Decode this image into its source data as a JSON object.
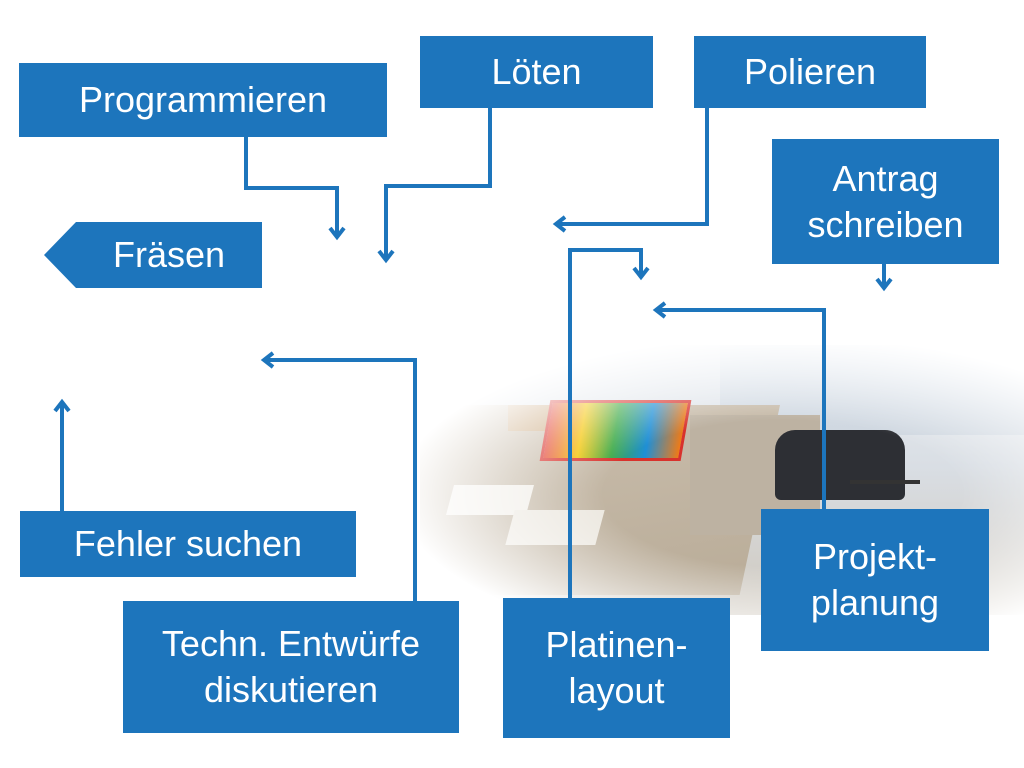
{
  "slide": {
    "boxes": {
      "programmieren": "Programmieren",
      "loeten": "Löten",
      "polieren": "Polieren",
      "antrag": "Antrag\nschreiben",
      "fraesen": "Fräsen",
      "fehler": "Fehler suchen",
      "techn": "Techn. Entwürfe\ndiskutieren",
      "platinen": "Platinen-\nlayout",
      "projekt": "Projekt-\nplanung"
    },
    "colors": {
      "box_fill": "#1d75bc",
      "arrow": "#1d75bc",
      "text": "#ffffff"
    }
  }
}
